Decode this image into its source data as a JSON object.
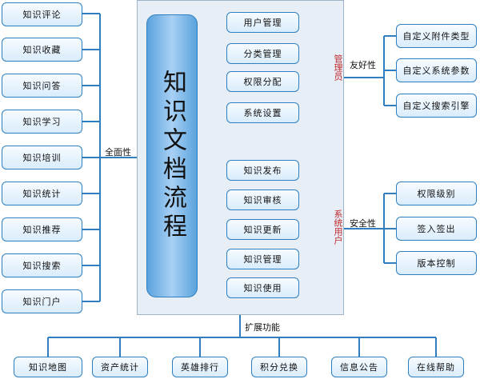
{
  "title": "知识文档流程",
  "left_group": {
    "label": "全面性",
    "items": [
      "知识评论",
      "知识收藏",
      "知识问答",
      "知识学习",
      "知识培训",
      "知识统计",
      "知识推荐",
      "知识搜索",
      "知识门户"
    ]
  },
  "manager": {
    "role": "管理员",
    "items": [
      "用户管理",
      "分类管理",
      "权限分配",
      "系统设置"
    ]
  },
  "user": {
    "role": "系统用户",
    "items": [
      "知识发布",
      "知识审核",
      "知识更新",
      "知识管理",
      "知识使用"
    ]
  },
  "friendly": {
    "label": "友好性",
    "items": [
      "自定义附件类型",
      "自定义系统参数",
      "自定义搜索引擎"
    ]
  },
  "security": {
    "label": "安全性",
    "items": [
      "权限级别",
      "签入签出",
      "版本控制"
    ]
  },
  "extension": {
    "label": "扩展功能",
    "items": [
      "知识地图",
      "资产统计",
      "英雄排行",
      "积分兑换",
      "信息公告",
      "在线帮助"
    ]
  },
  "colors": {
    "line": "#2f7fc0",
    "role_text": "#c0282d",
    "node_border": "#2f7fc0"
  }
}
